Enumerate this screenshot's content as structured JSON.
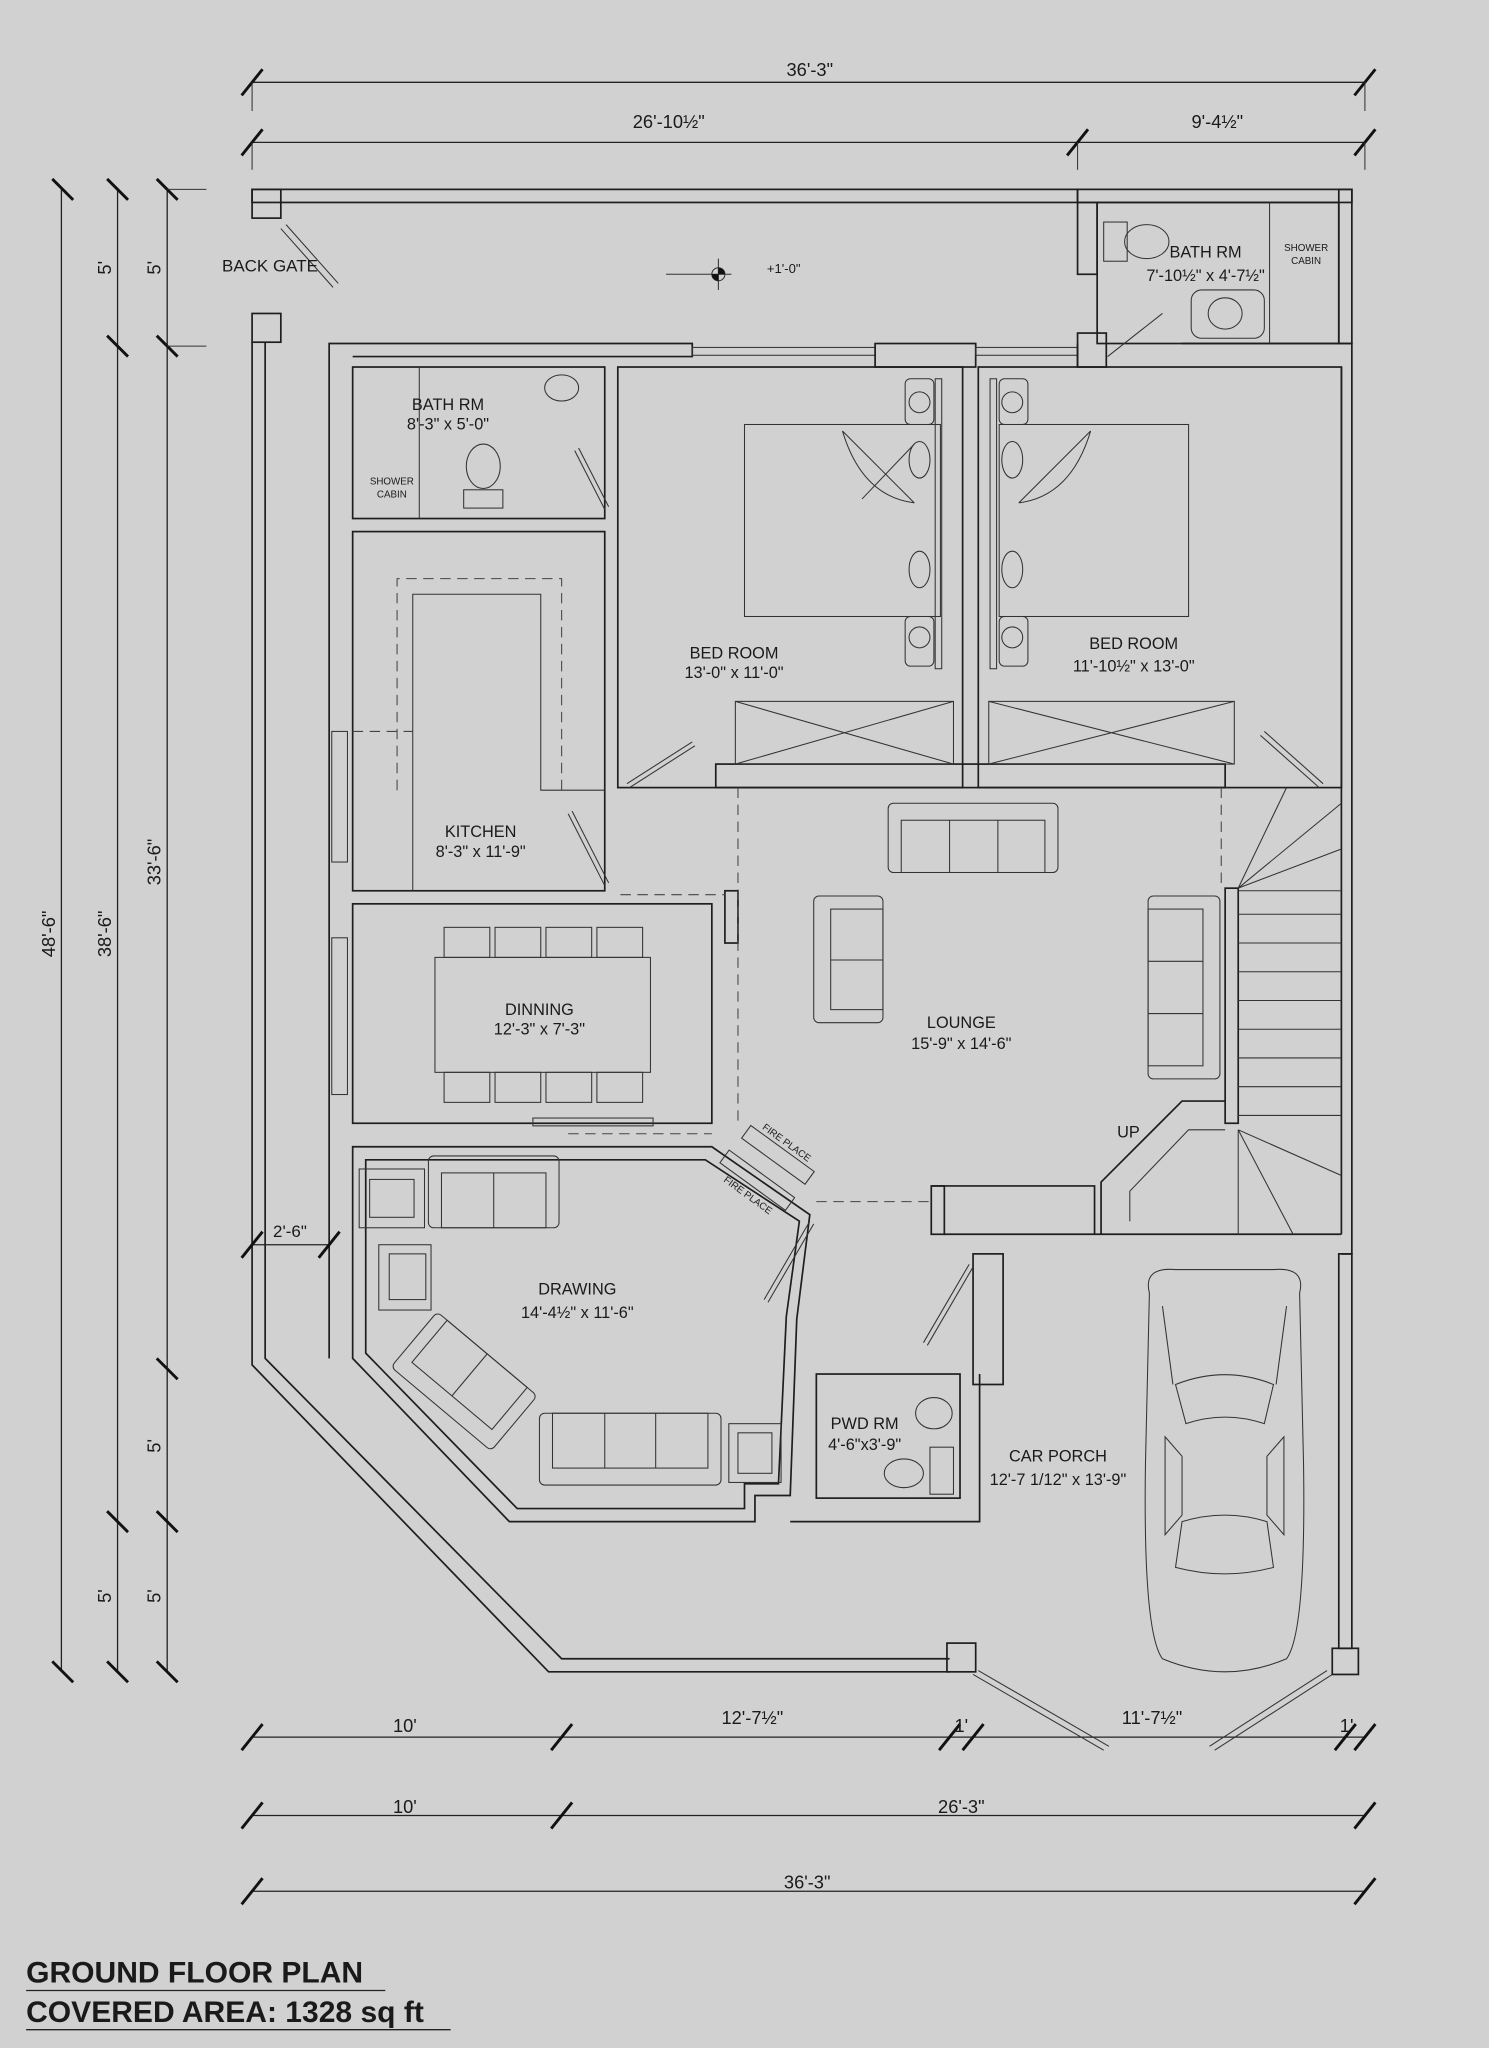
{
  "title": {
    "line1": "GROUND FLOOR PLAN",
    "line2": "COVERED AREA: 1328 sq ft"
  },
  "dimensions": {
    "top_total": "36'-3\"",
    "top_left": "26'-10½\"",
    "top_right": "9'-4½\"",
    "left_total": "48'-6\"",
    "left_mid": "38'-6\"",
    "left_mid_top": "5'",
    "left_mid_bottom": "5'",
    "left_inner": "33'-6\"",
    "left_inner_top": "5'",
    "left_inner_lower": "5'",
    "left_inner_bottom": "5'",
    "setback": "2'-6\"",
    "bottom1": [
      "10'",
      "12'-7½\"",
      "1'",
      "11'-7½\"",
      "1'"
    ],
    "bottom2": [
      "10'",
      "26'-3\""
    ],
    "bottom_total": "36'-3\""
  },
  "annotations": {
    "back_gate": "BACK GATE",
    "level": "+1'-0\"",
    "up": "UP",
    "fire_place_1": "FIRE PLACE",
    "fire_place_2": "FIRE PLACE"
  },
  "rooms": {
    "bath_left": {
      "name": "BATH RM",
      "size": "8'-3\" x 5'-0\"",
      "shower_1": "SHOWER",
      "shower_2": "CABIN"
    },
    "bath_back": {
      "name": "BATH RM",
      "size": "7'-10½\" x 4'-7½\"",
      "shower_1": "SHOWER",
      "shower_2": "CABIN"
    },
    "bed_1": {
      "name": "BED ROOM",
      "size": "13'-0\" x 11'-0\""
    },
    "bed_2": {
      "name": "BED ROOM",
      "size": "11'-10½\" x 13'-0\""
    },
    "kitchen": {
      "name": "KITCHEN",
      "size": "8'-3\" x 11'-9\""
    },
    "dining": {
      "name": "DINNING",
      "size": "12'-3\" x 7'-3\""
    },
    "lounge": {
      "name": "LOUNGE",
      "size": "15'-9\" x 14'-6\""
    },
    "drawing": {
      "name": "DRAWING",
      "size": "14'-4½\" x 11'-6\""
    },
    "powder": {
      "name": "PWD RM",
      "size": "4'-6\"x3'-9\""
    },
    "car_porch": {
      "name": "CAR PORCH",
      "size": "12'-7 1/12\" x 13'-9\""
    }
  },
  "colors": {
    "background": "#d1d1d1",
    "lines": "#1e1e1e"
  }
}
